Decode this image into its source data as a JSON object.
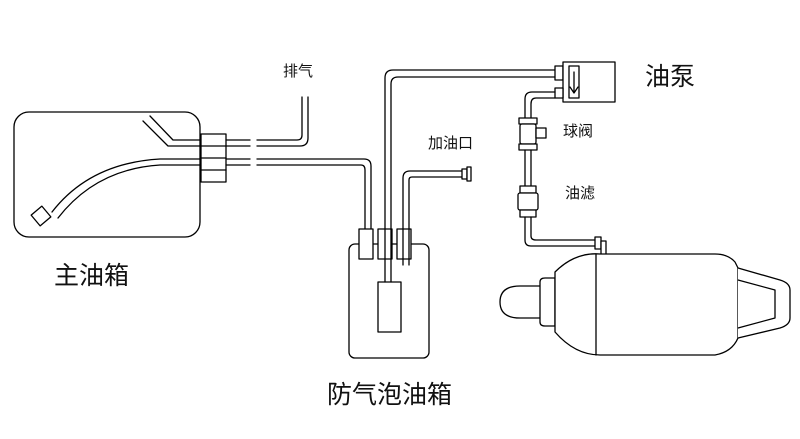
{
  "labels": {
    "main_tank": "主油箱",
    "vent": "排气",
    "filler": "加油口",
    "pump": "油泵",
    "ball_valve": "球阀",
    "oil_filter": "油滤",
    "anti_foam_tank": "防气泡油箱"
  },
  "colors": {
    "line": "#000000",
    "background": "#ffffff"
  }
}
